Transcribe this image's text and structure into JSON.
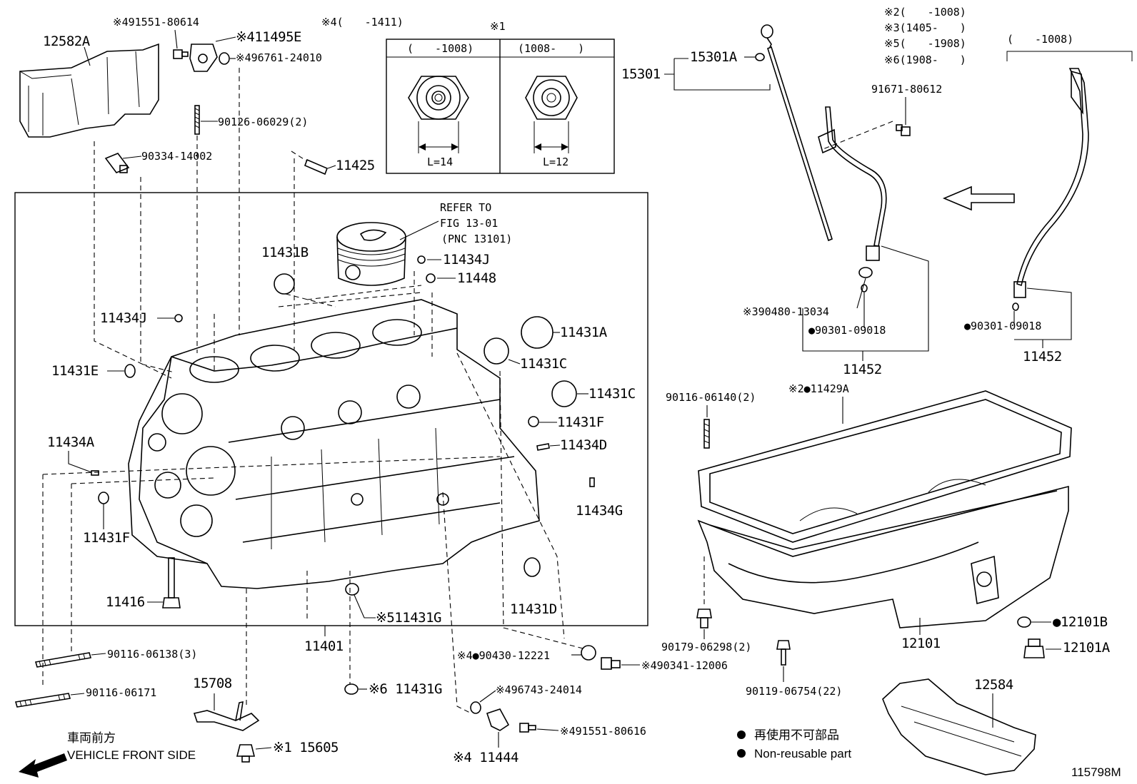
{
  "diagram_id": "115798M",
  "box_note": {
    "title": "※1",
    "left_range": "(　　-1008)",
    "right_range": "(1008-　　)",
    "left_dim": "L=14",
    "right_dim": "L=12"
  },
  "top_notes": {
    "note4": "※4(　　-1411)",
    "note2": "※2(　　-1008)",
    "note3": "※3(1405-　　)",
    "note5": "※5(　　-1908)",
    "note6": "※6(1908-　　)",
    "alt_range": "(　　-1008)"
  },
  "labels": {
    "p12582A": "12582A",
    "p91551_80614": "※491551-80614",
    "p11495E": "※411495E",
    "p96761_24010": "※496761-24010",
    "p90126": "90126-06029(2)",
    "p90334": "90334-14002",
    "p11425": "11425",
    "refer1": "REFER TO",
    "refer2": "FIG 13-01",
    "refer3": "(PNC 13101)",
    "p11431B": "11431B",
    "p11434J_a": "11434J",
    "p11448": "11448",
    "p11434J_b": "11434J",
    "p11431A": "11431A",
    "p11431E": "11431E",
    "p11431C_a": "11431C",
    "p11431C_b": "11431C",
    "p11431F_a": "11431F",
    "p11434D": "11434D",
    "p11434A": "11434A",
    "p11434G": "11434G",
    "p11431F_b": "11431F",
    "p11416": "11416",
    "p11431D": "11431D",
    "p11431G_a": "※511431G",
    "p11401": "11401",
    "p90116_06138": "90116-06138(3)",
    "p90430": "※4●90430-12221",
    "p90341": "※490341-12006",
    "p15708": "15708",
    "p90116_06171": "90116-06171",
    "p11431G_b": "※6 11431G",
    "p96743": "※496743-24014",
    "p91551_80616": "※491551-80616",
    "p15605": "※1 15605",
    "p11444": "※4 11444",
    "front_jp": "車両前方",
    "front_en": "VEHICLE FRONT SIDE",
    "p15301": "15301",
    "p15301A": "15301A",
    "p91671": "91671-80612",
    "p90480": "※390480-13034",
    "p90301_a": "●90301-09018",
    "p90301_b": "●90301-09018",
    "p11452_a": "11452",
    "p11452_b": "11452",
    "p90116_06140": "90116-06140(2)",
    "p11429A": "※2●11429A",
    "p90179": "90179-06298(2)",
    "p12101": "12101",
    "p12101B": "●12101B",
    "p12101A": "12101A",
    "p90119": "90119-06754(22)",
    "p12584": "12584"
  },
  "legend": {
    "jp": "再使用不可部品",
    "en": "Non-reusable part"
  }
}
